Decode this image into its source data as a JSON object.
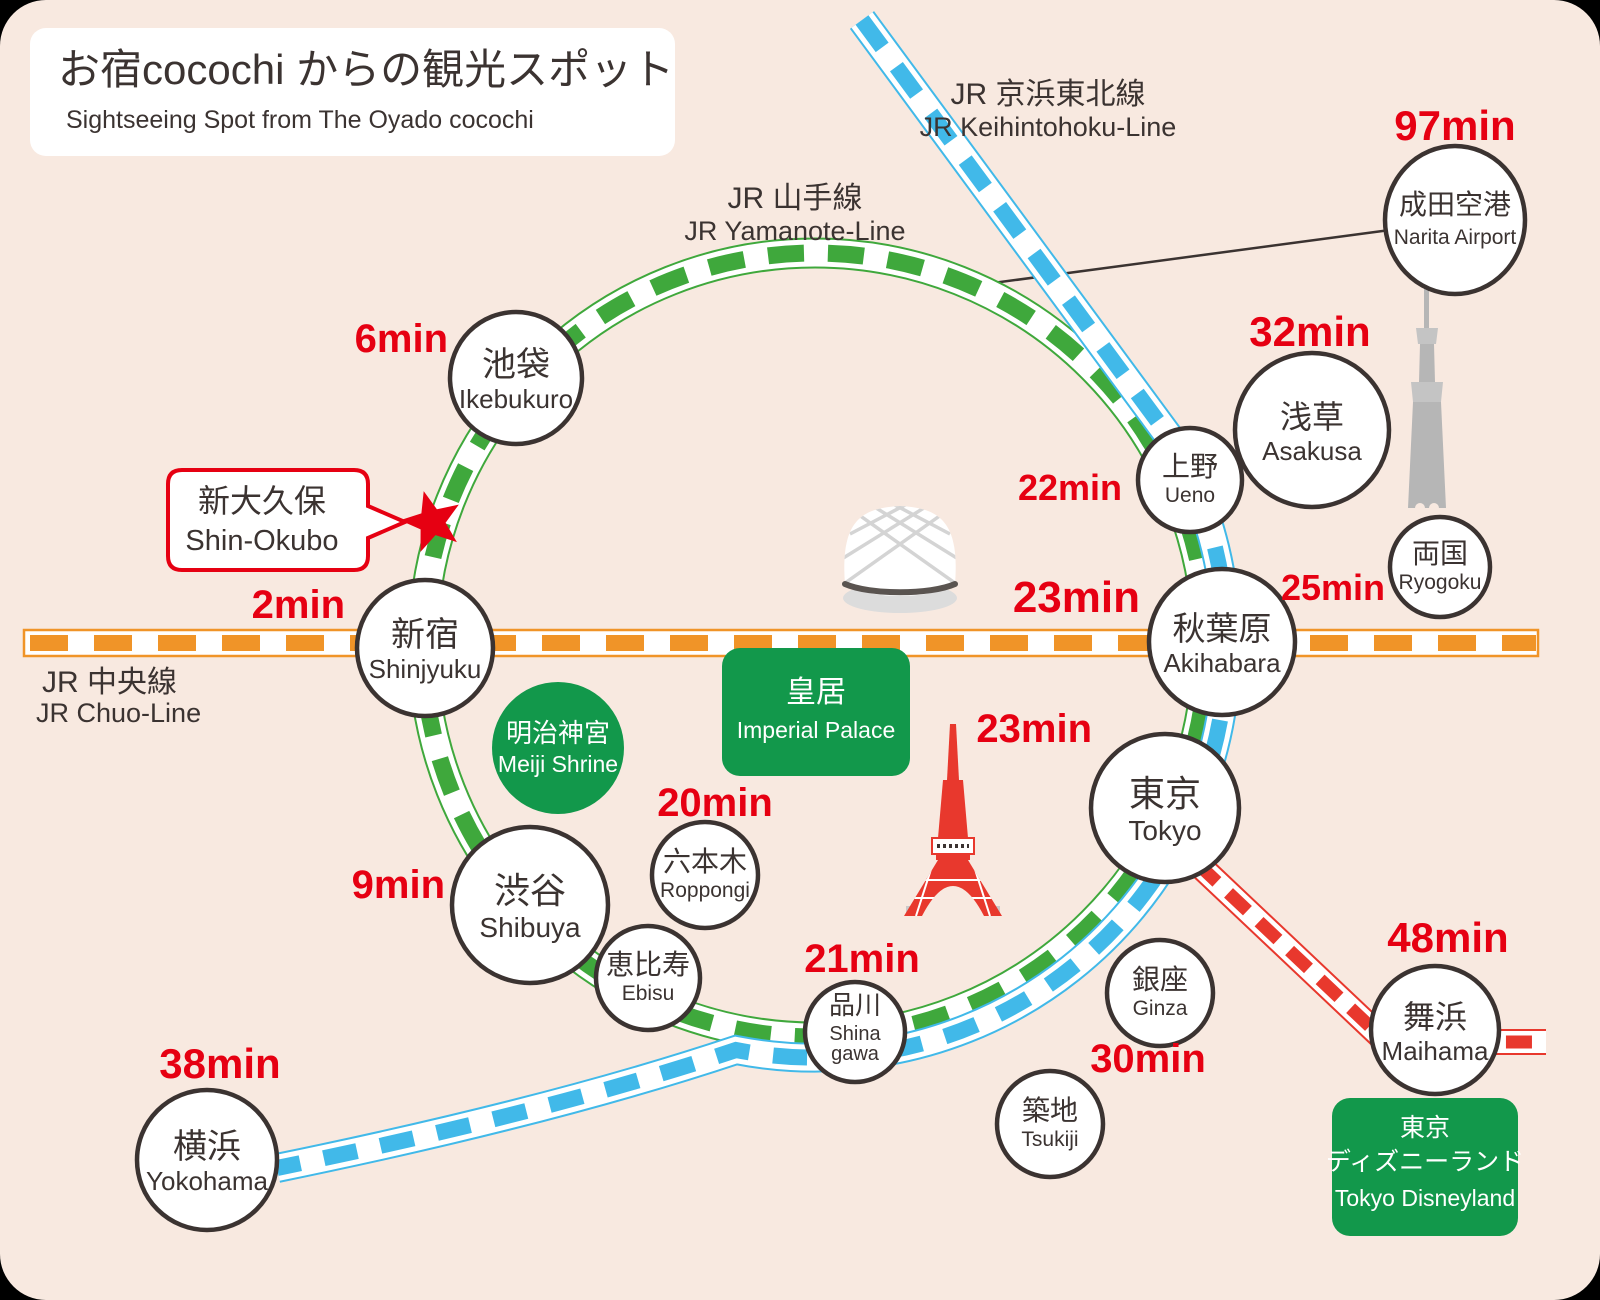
{
  "title": {
    "jp": "お宿cocochi からの観光スポット",
    "en": "Sightseeing Spot from The Oyado cocochi"
  },
  "callout": {
    "jp": "新大久保",
    "en": "Shin-Okubo"
  },
  "lines": {
    "yamanote": {
      "jp": "JR 山手線",
      "en": "JR Yamanote-Line",
      "color": "#3fa83c"
    },
    "keihintohoku": {
      "jp": "JR 京浜東北線",
      "en": "JR Keihintohoku-Line",
      "color": "#41b9e9"
    },
    "chuo": {
      "jp": "JR 中央線",
      "en": "JR Chuo-Line",
      "color": "#f09428"
    },
    "keiyo": {
      "color": "#e8382d"
    }
  },
  "stations": {
    "ikebukuro": {
      "jp": "池袋",
      "en": "Ikebukuro",
      "minutes": "6min"
    },
    "shinjuku": {
      "jp": "新宿",
      "en": "Shinjyuku",
      "minutes": "2min"
    },
    "shibuya": {
      "jp": "渋谷",
      "en": "Shibuya",
      "minutes": "9min"
    },
    "ebisu": {
      "jp": "恵比寿",
      "en": "Ebisu"
    },
    "shinagawa": {
      "jp": "品川",
      "en1": "Shina",
      "en2": "gawa",
      "minutes": "21min"
    },
    "yokohama": {
      "jp": "横浜",
      "en": "Yokohama",
      "minutes": "38min"
    },
    "tokyo": {
      "jp": "東京",
      "en": "Tokyo",
      "minutes": "23min"
    },
    "akihabara": {
      "jp": "秋葉原",
      "en": "Akihabara",
      "minutes": "23min"
    },
    "ueno": {
      "jp": "上野",
      "en": "Ueno",
      "minutes": "22min"
    },
    "asakusa": {
      "jp": "浅草",
      "en": "Asakusa",
      "minutes": "32min"
    },
    "ryogoku": {
      "jp": "両国",
      "en": "Ryogoku",
      "minutes": "25min"
    },
    "narita": {
      "jp": "成田空港",
      "en": "Narita Airport",
      "minutes": "97min"
    },
    "roppongi": {
      "jp": "六本木",
      "en": "Roppongi",
      "minutes": "20min"
    },
    "ginza": {
      "jp": "銀座",
      "en": "Ginza",
      "minutes": "30min"
    },
    "tsukiji": {
      "jp": "築地",
      "en": "Tsukiji"
    },
    "maihama": {
      "jp": "舞浜",
      "en": "Maihama",
      "minutes": "48min"
    }
  },
  "landmarks": {
    "meiji_shrine": {
      "jp": "明治神宮",
      "en": "Meiji Shrine"
    },
    "imperial_palace": {
      "jp": "皇居",
      "en": "Imperial Palace"
    },
    "tokyo_disneyland": {
      "jp1": "東京",
      "jp2": "ディズニーランド",
      "en": "Tokyo Disneyland"
    }
  },
  "icons": {
    "dome": "tokyo-dome",
    "skytree": "tokyo-skytree",
    "tower": "tokyo-tower",
    "origin_star": "red-star"
  },
  "colors": {
    "background": "#f8e9e0",
    "accent_red": "#e60012",
    "line_green": "#3fa83c",
    "line_blue": "#41b9e9",
    "line_orange": "#f09428",
    "line_red": "#e8382d",
    "landmark_green": "#12984b",
    "dark": "#3b3331"
  }
}
